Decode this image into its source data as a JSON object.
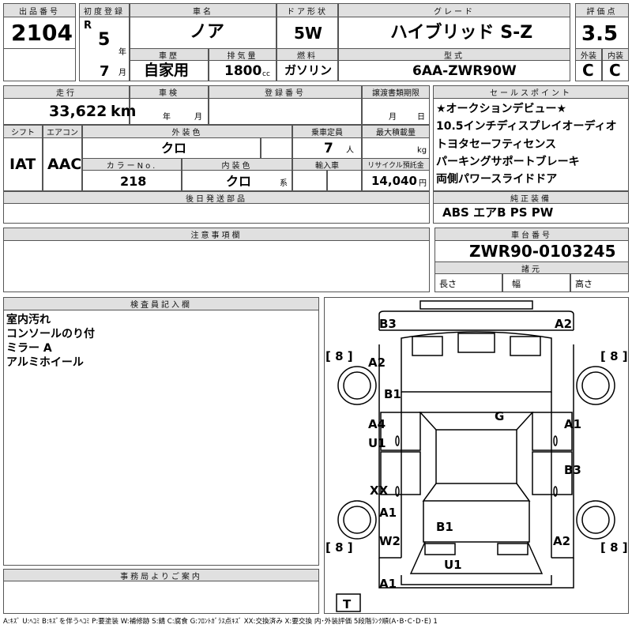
{
  "top": {
    "listing_no_label": "出品番号",
    "listing_no": "2104",
    "first_reg_label": "初度登録",
    "era": "R",
    "year": "5",
    "year_unit": "年",
    "month": "7",
    "month_unit": "月",
    "car_name_label": "車名",
    "car_name": "ノア",
    "door_label": "ドア形状",
    "door": "5W",
    "grade_label": "グレード",
    "grade": "ハイブリッド S-Z",
    "score_label": "評価点",
    "score": "3.5",
    "history_label": "車歴",
    "history": "自家用",
    "displacement_label": "排気量",
    "displacement": "1800",
    "displacement_unit": "cc",
    "fuel_label": "燃料",
    "fuel": "ガソリン",
    "model_label": "型式",
    "model": "6AA-ZWR90W",
    "exterior_label": "外装",
    "exterior": "C",
    "interior_label": "内装",
    "interior": "C"
  },
  "mid": {
    "mileage_label": "走行",
    "mileage": "33,622",
    "mileage_unit": "km",
    "inspection_label": "車検",
    "insp_year": "年",
    "insp_month": "月",
    "regno_label": "登録番号",
    "transfer_label": "譲渡書類期限",
    "transfer_month": "月",
    "transfer_day": "日",
    "shift_label": "シフト",
    "shift": "IAT",
    "ac_label": "エアコン",
    "ac": "AAC",
    "color_label": "外装色",
    "color": "クロ",
    "capacity_label": "乗車定員",
    "capacity": "7",
    "capacity_unit": "人",
    "load_label": "最大積載量",
    "load_unit": "kg",
    "color_no_label": "カラーNo.",
    "color_no": "218",
    "int_color_label": "内装色",
    "int_color": "クロ",
    "int_color_unit": "系",
    "import_label": "輸入車",
    "recycle_label": "リサイクル預託金",
    "recycle": "14,040",
    "recycle_unit": "円",
    "later_label": "後日発送部品"
  },
  "sales": {
    "label": "セールスポイント",
    "items": [
      "★オークションデビュー★",
      "10.5インチディスプレイオーディオ",
      "トヨタセーフティセンス",
      "パーキングサポートブレーキ",
      "両側パワースライドドア"
    ]
  },
  "equipment": {
    "label": "純正装備",
    "value": "ABS エアB PS PW"
  },
  "notes": {
    "label": "注意事項欄"
  },
  "chassis": {
    "label": "車台番号",
    "value": "ZWR90-0103245"
  },
  "dims": {
    "label": "諸元",
    "length": "長さ",
    "width": "幅",
    "height": "高さ"
  },
  "inspector": {
    "label": "検査員記入欄",
    "lines": [
      "室内汚れ",
      "コンソールのり付",
      "ミラー A",
      "アルミホイール"
    ]
  },
  "office": {
    "label": "事務局よりご案内"
  },
  "legend": "A:ｷｽﾞ U:ﾍｺﾐ B:ｷｽﾞを伴うﾍｺﾐ P:要塗装 W:補修跡 S:錆 C:腐食 G:ﾌﾛﾝﾄｶﾞﾗｽ点ｷｽﾞ XX:交換済み X:要交換 内･外装評価 5段階ﾗﾝｸ順(A･B･C･D･E) 1",
  "diagram": {
    "tire_fl": "8",
    "tire_fr": "8",
    "tire_rl": "8",
    "tire_rr": "8",
    "spare": "T",
    "marks": [
      "B3",
      "A2",
      "A2",
      "B1",
      "G",
      "A4",
      "U1",
      "A1",
      "B3",
      "XX",
      "A1",
      "B1",
      "W2",
      "A2",
      "U1",
      "A1"
    ]
  }
}
